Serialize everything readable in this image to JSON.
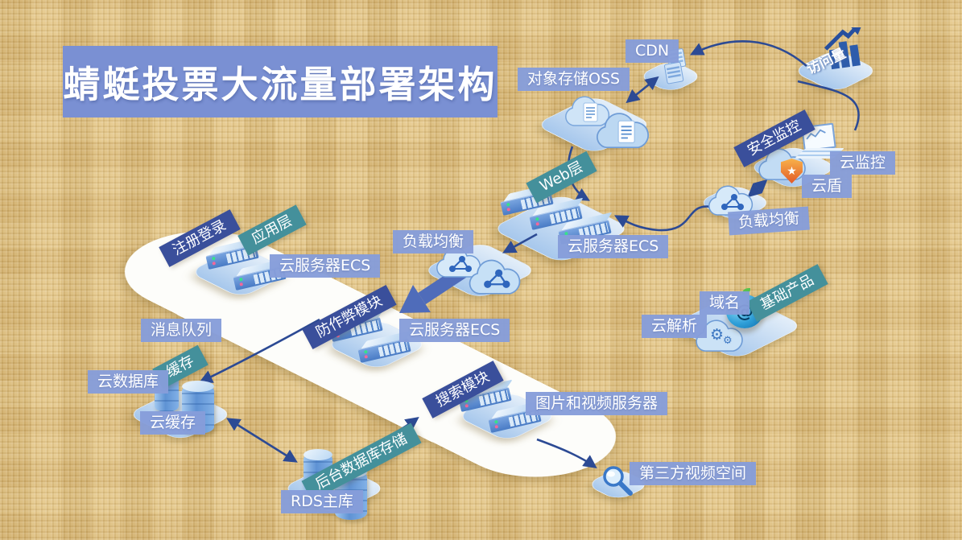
{
  "title": "蜻蜓投票大流量部署架构",
  "colors": {
    "background": "#E0BF7D",
    "title_bg": "#7A90D3",
    "label_bg": "#869DDA",
    "banner_navy": "#3A4F9B",
    "banner_teal": "#44909B",
    "platform": "#A6C7EC",
    "band": "#FDFDFA",
    "arrow": "#2C4A94",
    "thick_arrow": "#4F6CBA",
    "shield_orange": "#E87A35",
    "led_green": "#37E18B",
    "led_red": "#F2679B"
  },
  "nodes": {
    "cdn": {
      "label": "CDN",
      "icon": "edge-node-icon"
    },
    "oss": {
      "label": "对象存储OSS",
      "icon": "cloud-document-icon"
    },
    "traffic": {
      "label": "访问量",
      "icon": "bar-chart-up-arrow-icon"
    },
    "security": {
      "banner": "安全监控",
      "monitor_label": "云监控",
      "shield_label": "云盾",
      "icons": [
        "cloud-shield-icon",
        "laptop-chart-icon"
      ]
    },
    "lb_right": {
      "label": "负载均衡",
      "icon": "cloud-share-icon"
    },
    "web": {
      "banner": "Web层",
      "ecs_label": "云服务器ECS",
      "server_count": 3
    },
    "lb_left": {
      "label": "负载均衡",
      "icon": "cloud-share-icon",
      "cloud_count": 2
    },
    "app": {
      "reg_banner": "注册登录",
      "layer_banner": "应用层",
      "ecs_label": "云服务器ECS",
      "server_count": 2
    },
    "anticheat": {
      "banner": "防作弊模块",
      "ecs_label": "云服务器ECS",
      "server_count": 2
    },
    "search": {
      "banner": "搜索模块",
      "server_label": "图片和视频服务器",
      "server_count": 2
    },
    "mq": {
      "label": "消息队列"
    },
    "cache": {
      "banner": "缓存"
    },
    "clouddb": {
      "label": "云数据库",
      "icon": "database-cylinder-icon"
    },
    "cloudcache": {
      "label": "云缓存",
      "icon": "database-cylinder-icon"
    },
    "rds": {
      "banner": "后台数据库存储",
      "label": "RDS主库",
      "icon": "database-cylinder-icon"
    },
    "base": {
      "banner": "基础产品",
      "domain_label": "域名",
      "dns_label": "云解析",
      "icons": [
        "at-disk-icon",
        "cloud-gears-icon"
      ]
    },
    "video": {
      "label": "第三方视频空间",
      "icon": "magnifier-icon"
    }
  },
  "connections": [
    {
      "from": "访问量",
      "to": "CDN",
      "type": "arrow"
    },
    {
      "from": "CDN",
      "to": "对象存储OSS",
      "type": "double-arrow"
    },
    {
      "from": "对象存储OSS",
      "to": "Web层 云服务器ECS",
      "type": "arrow"
    },
    {
      "from": "访问量",
      "to": "安全监控 云监控",
      "type": "line"
    },
    {
      "from": "云盾",
      "to": "负载均衡(右)",
      "type": "double-arrow"
    },
    {
      "from": "负载均衡(右)",
      "to": "Web层 云服务器ECS",
      "type": "arrow"
    },
    {
      "from": "Web层 云服务器ECS",
      "to": "负载均衡(左)",
      "type": "arrow"
    },
    {
      "from": "负载均衡(左)",
      "to": "防作弊模块 云服务器ECS",
      "type": "thick-arrow"
    },
    {
      "from": "防作弊模块 云服务器ECS",
      "to": "云数据库/缓存",
      "type": "arrow"
    },
    {
      "from": "云缓存",
      "to": "RDS主库",
      "type": "double-arrow"
    },
    {
      "from": "RDS主库",
      "to": "搜索模块",
      "type": "arrow"
    },
    {
      "from": "搜索模块 图片和视频服务器",
      "to": "第三方视频空间",
      "type": "arrow"
    }
  ]
}
